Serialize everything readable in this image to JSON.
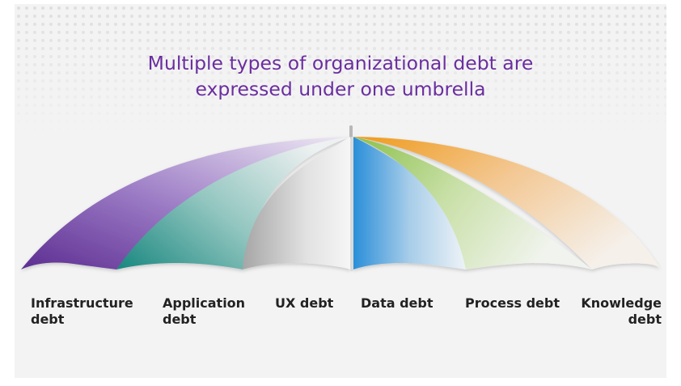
{
  "title": {
    "line1": "Multiple types of organizational debt are",
    "line2": "expressed under one umbrella"
  },
  "segments": [
    {
      "label_line1": "Infrastructure",
      "label_line2": "debt",
      "color": "#5c2d91"
    },
    {
      "label_line1": "Application",
      "label_line2": "debt",
      "color": "#17877f"
    },
    {
      "label_line1": "UX debt",
      "label_line2": "",
      "color": "#9c9c9c"
    },
    {
      "label_line1": "Data debt",
      "label_line2": "",
      "color": "#2a8fd8"
    },
    {
      "label_line1": "Process debt",
      "label_line2": "",
      "color": "#8cc04b"
    },
    {
      "label_line1": "Knowledge",
      "label_line2": "debt",
      "color": "#ef9a1a"
    }
  ]
}
